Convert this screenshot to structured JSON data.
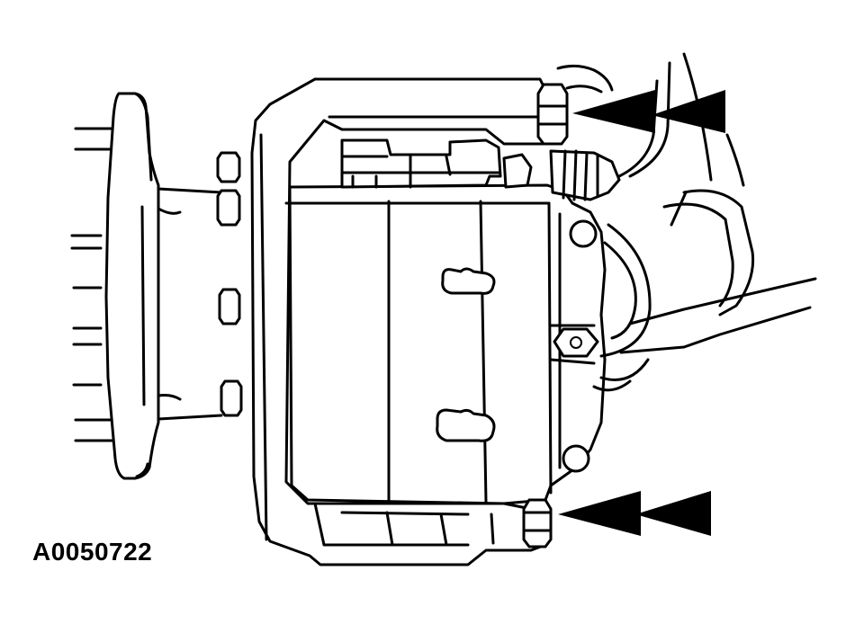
{
  "figure": {
    "id_label": "A0050722"
  },
  "colors": {
    "line": "#000000",
    "background": "#ffffff"
  },
  "callouts": [
    {
      "name": "upper-bracket-bolt-arrow",
      "points_to": "upper-caliper-bracket-bolt"
    },
    {
      "name": "lower-bracket-bolt-arrow",
      "points_to": "lower-caliper-bracket-bolt"
    }
  ]
}
